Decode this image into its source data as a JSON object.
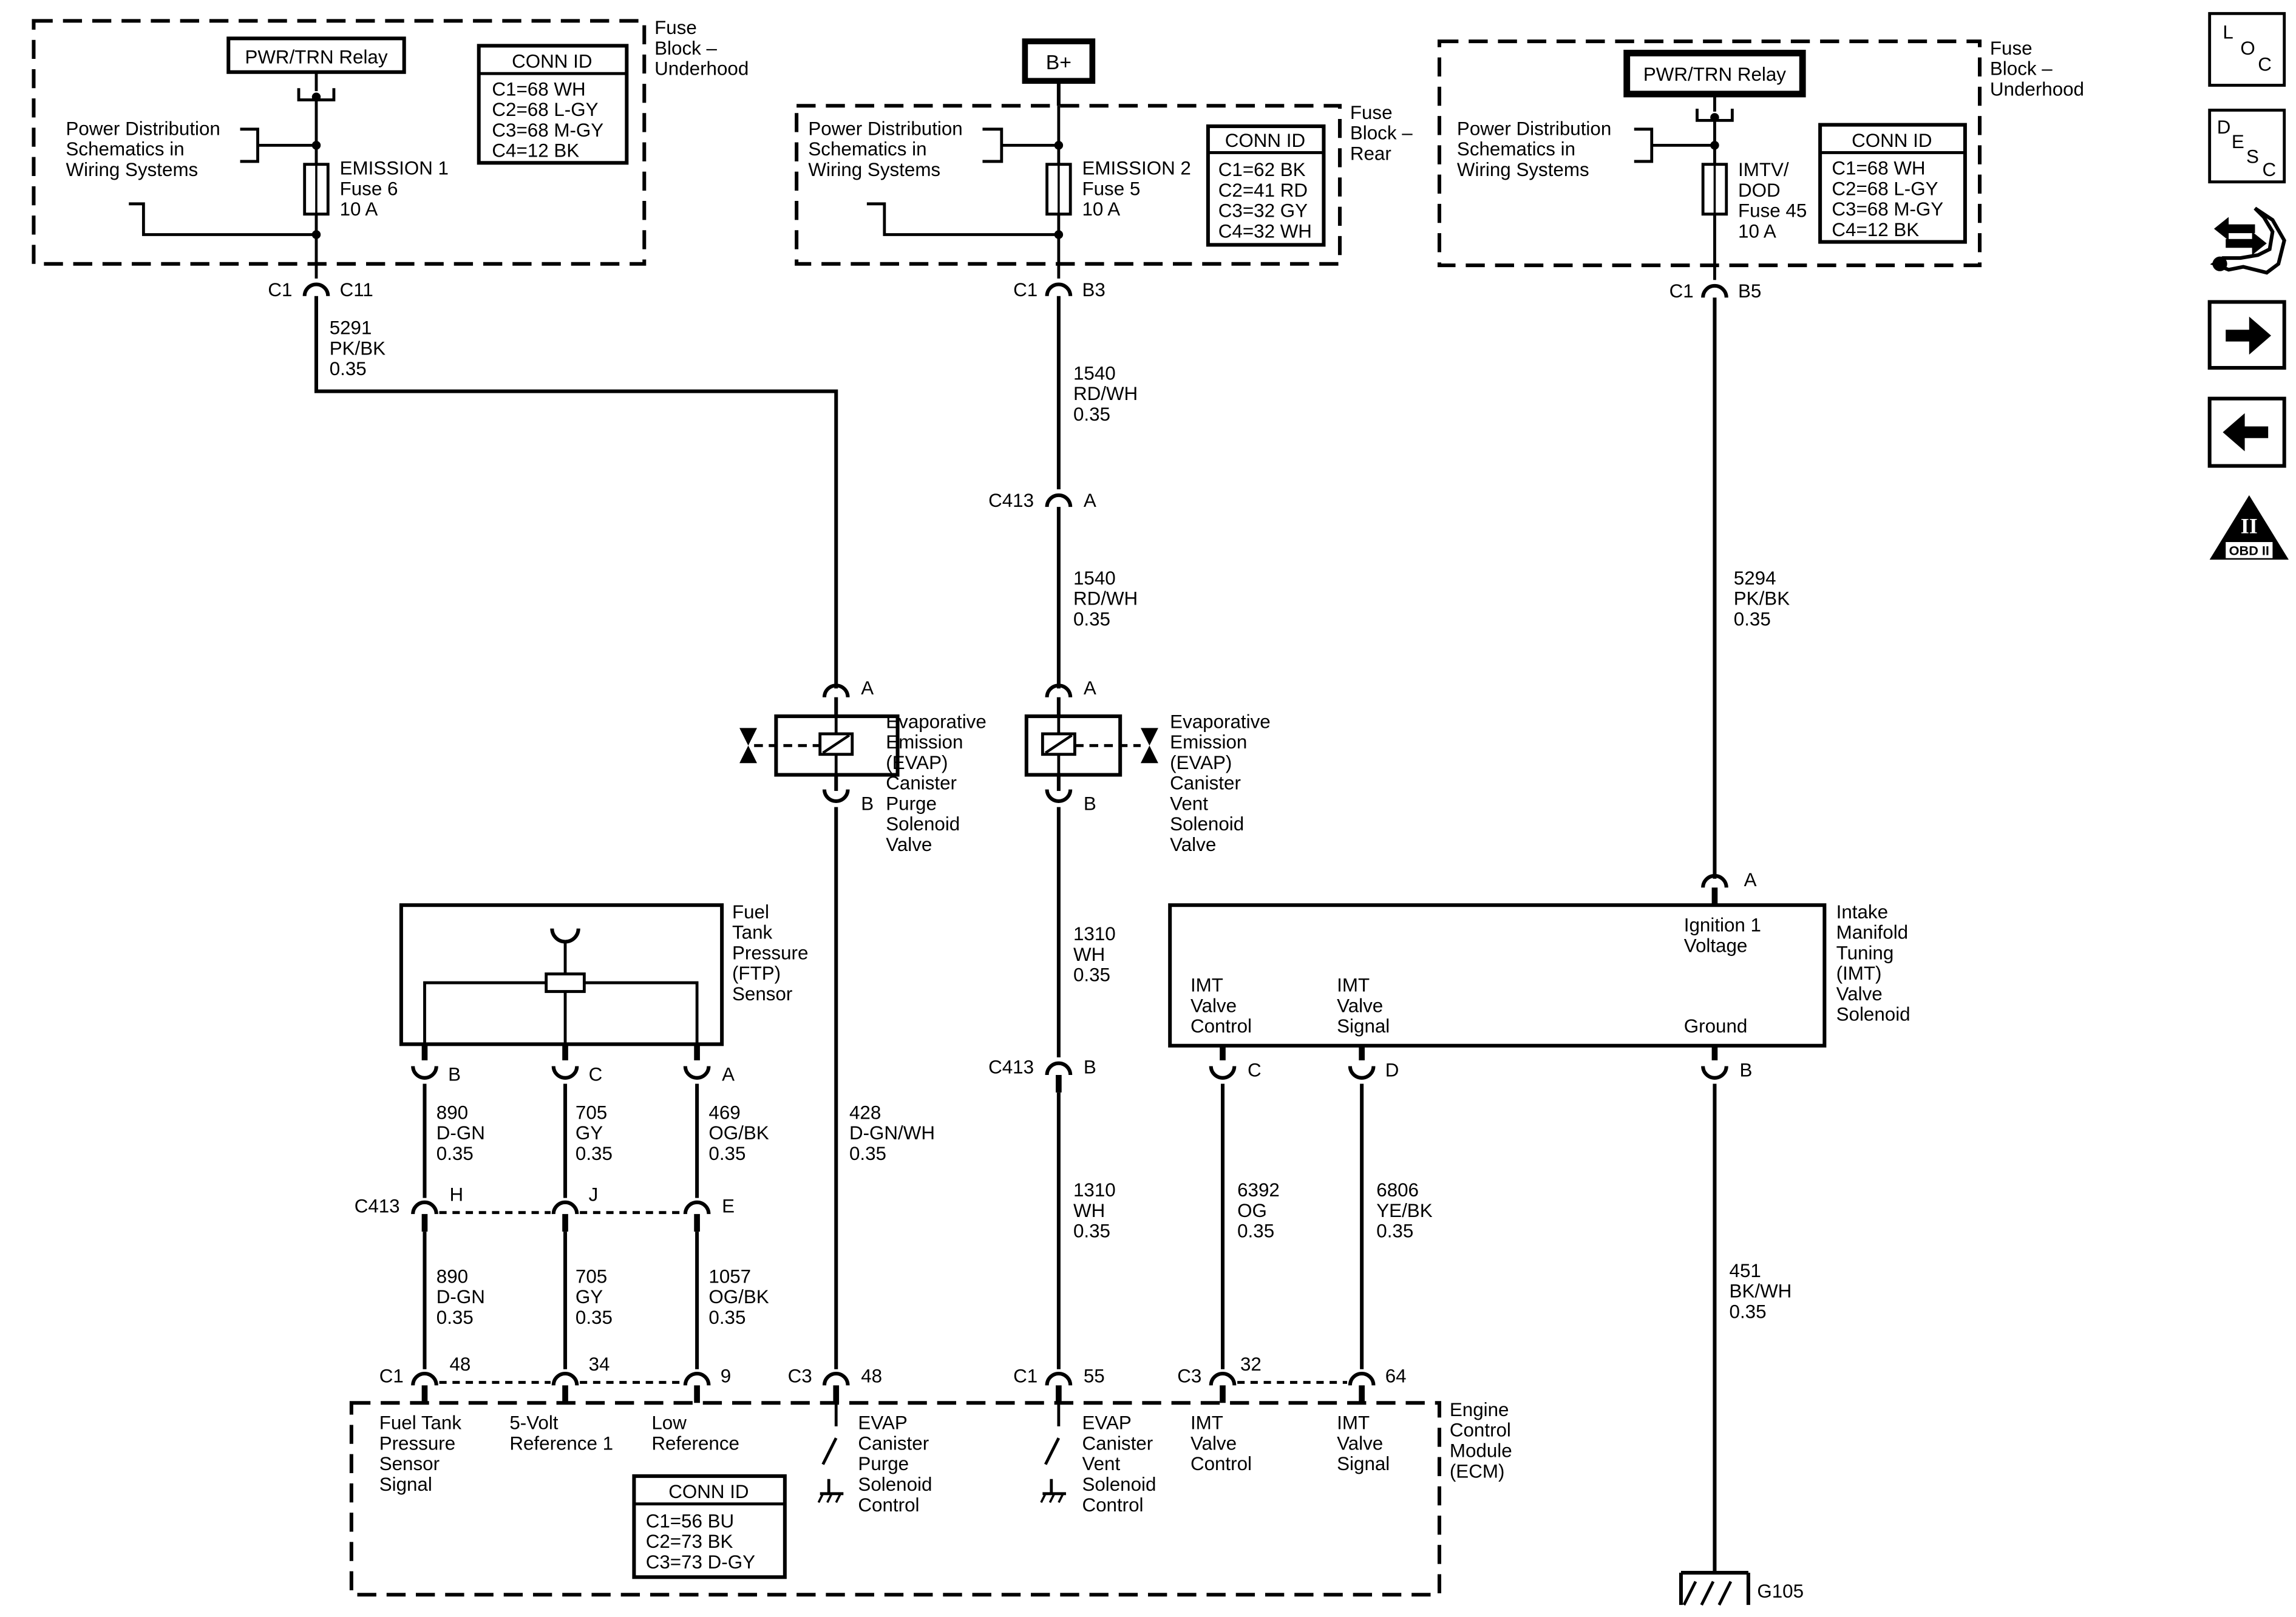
{
  "fuse_block_left": {
    "relay": "PWR/TRN Relay",
    "title": [
      "Fuse",
      "Block –",
      "Underhood"
    ],
    "power_dist": [
      "Power Distribution",
      "Schematics in",
      "Wiring Systems"
    ],
    "fuse": [
      "EMISSION 1",
      "Fuse 6",
      "10 A"
    ],
    "conn_title": "CONN ID",
    "conn": [
      "C1=68 WH",
      "C2=68 L-GY",
      "C3=68 M-GY",
      "C4=12 BK"
    ]
  },
  "fuse_block_mid": {
    "bplus": "B+",
    "title": [
      "Fuse",
      "Block –",
      "Rear"
    ],
    "power_dist": [
      "Power Distribution",
      "Schematics in",
      "Wiring Systems"
    ],
    "fuse": [
      "EMISSION 2",
      "Fuse 5",
      "10 A"
    ],
    "conn_title": "CONN ID",
    "conn": [
      "C1=62 BK",
      "C2=41 RD",
      "C3=32 GY",
      "C4=32 WH"
    ]
  },
  "fuse_block_right": {
    "relay": "PWR/TRN Relay",
    "title": [
      "Fuse",
      "Block –",
      "Underhood"
    ],
    "power_dist": [
      "Power Distribution",
      "Schematics in",
      "Wiring Systems"
    ],
    "fuse": [
      "IMTV/",
      "DOD",
      "Fuse 45",
      "10 A"
    ],
    "conn_title": "CONN ID",
    "conn": [
      "C1=68 WH",
      "C2=68 L-GY",
      "C3=68 M-GY",
      "C4=12 BK"
    ]
  },
  "connectors": {
    "c1_left": "C1",
    "c11": "C11",
    "c1_mid": "C1",
    "b3": "B3",
    "c1_right": "C1",
    "b5": "B5",
    "c413_a_conn": "C413",
    "c413_a_pin": "A",
    "c413_b_conn": "C413",
    "c413_b_pin": "B",
    "c413_row_conn": "C413",
    "pin_h": "H",
    "pin_j": "J",
    "pin_e": "E"
  },
  "wires": {
    "w5291": [
      "5291",
      "PK/BK",
      "0.35"
    ],
    "w1540_top": [
      "1540",
      "RD/WH",
      "0.35"
    ],
    "w1540_bottom": [
      "1540",
      "RD/WH",
      "0.35"
    ],
    "w5294": [
      "5294",
      "PK/BK",
      "0.35"
    ],
    "w428": [
      "428",
      "D-GN/WH",
      "0.35"
    ],
    "w1310_top": [
      "1310",
      "WH",
      "0.35"
    ],
    "w1310_bottom": [
      "1310",
      "WH",
      "0.35"
    ],
    "w890_top": [
      "890",
      "D-GN",
      "0.35"
    ],
    "w705_top": [
      "705",
      "GY",
      "0.35"
    ],
    "w469": [
      "469",
      "OG/BK",
      "0.35"
    ],
    "w890_bottom": [
      "890",
      "D-GN",
      "0.35"
    ],
    "w705_bottom": [
      "705",
      "GY",
      "0.35"
    ],
    "w1057": [
      "1057",
      "OG/BK",
      "0.35"
    ],
    "w6392": [
      "6392",
      "OG",
      "0.35"
    ],
    "w6806": [
      "6806",
      "YE/BK",
      "0.35"
    ],
    "w451": [
      "451",
      "BK/WH",
      "0.35"
    ]
  },
  "purge_solenoid": {
    "pin_a": "A",
    "pin_b": "B",
    "label": [
      "Evaporative",
      "Emission",
      "(EVAP)",
      "Canister",
      "Purge",
      "Solenoid",
      "Valve"
    ]
  },
  "vent_solenoid": {
    "pin_a": "A",
    "pin_b": "B",
    "label": [
      "Evaporative",
      "Emission",
      "(EVAP)",
      "Canister",
      "Vent",
      "Solenoid",
      "Valve"
    ]
  },
  "ftp_sensor": {
    "label": [
      "Fuel",
      "Tank",
      "Pressure",
      "(FTP)",
      "Sensor"
    ],
    "pin_b": "B",
    "pin_c": "C",
    "pin_a": "A"
  },
  "imt_solenoid": {
    "label": [
      "Intake",
      "Manifold",
      "Tuning",
      "(IMT)",
      "Valve",
      "Solenoid"
    ],
    "pin_a": "A",
    "ignition": [
      "Ignition 1",
      "Voltage"
    ],
    "valve_control": [
      "IMT",
      "Valve",
      "Control"
    ],
    "valve_signal": [
      "IMT",
      "Valve",
      "Signal"
    ],
    "ground": "Ground",
    "pin_c": "C",
    "pin_d": "D",
    "pin_b": "B"
  },
  "ecm": {
    "title": [
      "Engine",
      "Control",
      "Module",
      "(ECM)"
    ],
    "c1": "C1",
    "pin48a": "48",
    "pin34": "34",
    "pin9": "9",
    "c3a": "C3",
    "pin48b": "48",
    "c1b": "C1",
    "pin55": "55",
    "c3b": "C3",
    "pin32": "32",
    "pin64": "64",
    "ftp_signal": [
      "Fuel Tank",
      "Pressure",
      "Sensor",
      "Signal"
    ],
    "ref5v": [
      "5-Volt",
      "Reference 1"
    ],
    "low_ref": [
      "Low",
      "Reference"
    ],
    "purge_ctrl": [
      "EVAP",
      "Canister",
      "Purge",
      "Solenoid",
      "Control"
    ],
    "vent_ctrl": [
      "EVAP",
      "Canister",
      "Vent",
      "Solenoid",
      "Control"
    ],
    "imt_ctrl": [
      "IMT",
      "Valve",
      "Control"
    ],
    "imt_sig": [
      "IMT",
      "Valve",
      "Signal"
    ],
    "conn_title": "CONN ID",
    "conn": [
      "C1=56 BU",
      "C2=73 BK",
      "C3=73 D-GY"
    ]
  },
  "ground": "G105",
  "side_nav": {
    "loc": [
      "L",
      "O",
      "C"
    ],
    "desc": [
      "D",
      "E",
      "S",
      "C"
    ],
    "obd": "OBD II",
    "obd_mark": "II"
  }
}
